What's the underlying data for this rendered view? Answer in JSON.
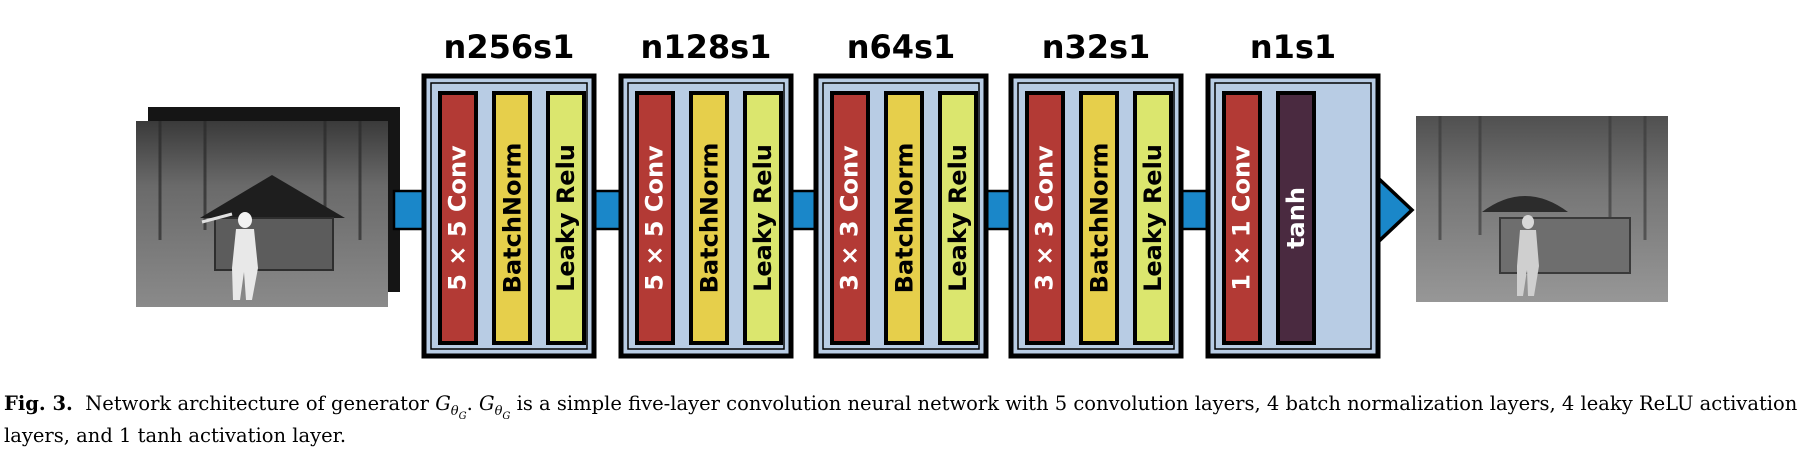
{
  "diagram": {
    "blocks": [
      {
        "title": "n256s1",
        "layers": [
          {
            "label": "5 × 5 Conv",
            "kind": "conv"
          },
          {
            "label": "BatchNorm",
            "kind": "bn"
          },
          {
            "label": "Leaky Relu",
            "kind": "relu"
          }
        ]
      },
      {
        "title": "n128s1",
        "layers": [
          {
            "label": "5 × 5 Conv",
            "kind": "conv"
          },
          {
            "label": "BatchNorm",
            "kind": "bn"
          },
          {
            "label": "Leaky Relu",
            "kind": "relu"
          }
        ]
      },
      {
        "title": "n64s1",
        "layers": [
          {
            "label": "3 × 3 Conv",
            "kind": "conv"
          },
          {
            "label": "BatchNorm",
            "kind": "bn"
          },
          {
            "label": "Leaky Relu",
            "kind": "relu"
          }
        ]
      },
      {
        "title": "n32s1",
        "layers": [
          {
            "label": "3 × 3 Conv",
            "kind": "conv"
          },
          {
            "label": "BatchNorm",
            "kind": "bn"
          },
          {
            "label": "Leaky Relu",
            "kind": "relu"
          }
        ]
      },
      {
        "title": "n1s1",
        "layers": [
          {
            "label": "1 × 1 Conv",
            "kind": "conv"
          },
          {
            "label": "tanh",
            "kind": "tanh"
          }
        ]
      }
    ],
    "colors": {
      "block_fill": "#b8cce4",
      "conv": "#b33a35",
      "bn": "#e6cf4b",
      "relu": "#dbe66e",
      "tanh": "#4a2a40",
      "arrow": "#1a87c9",
      "outline": "#000000",
      "conv_text": "#ffffff",
      "bn_text": "#000000",
      "relu_text": "#000000",
      "tanh_text": "#ffffff"
    }
  },
  "caption": {
    "label": "Fig. 3.",
    "text_before": "Network architecture of generator",
    "symbol": "G",
    "sub": "θ",
    "subsub": "G",
    "text_after": "is a simple five-layer convolution neural network with 5 convolution layers, 4 batch normalization layers, 4 leaky ReLU activation layers, and 1 tanh activation layer."
  }
}
